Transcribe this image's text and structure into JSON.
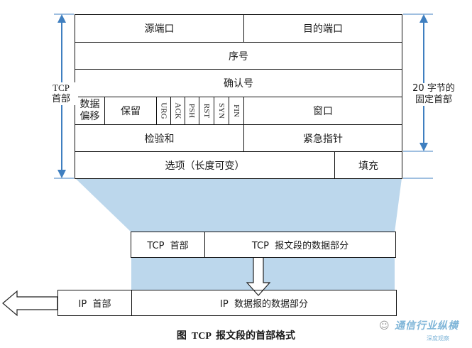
{
  "header": {
    "src_port": "源端口",
    "dst_port": "目的端口",
    "seq": "序号",
    "ack_num": "确认号",
    "data_offset_line1": "数据",
    "data_offset_line2": "偏移",
    "reserved": "保留",
    "flags": [
      "URG",
      "ACK",
      "PSH",
      "RST",
      "SYN",
      "FIN"
    ],
    "window": "窗口",
    "checksum": "检验和",
    "urgent_ptr": "紧急指针",
    "options": "选项（长度可变）",
    "padding": "填充"
  },
  "labels": {
    "tcp_header_line1": "TCP",
    "tcp_header_line2": "首部",
    "fixed_line1": "20 字节的",
    "fixed_line2": "固定首部"
  },
  "segment": {
    "tcp_header": "TCP  首部",
    "tcp_data": "TCP  报文段的数据部分"
  },
  "datagram": {
    "ip_header": "IP  首部",
    "ip_data": "IP  数据报的数据部分"
  },
  "caption": "图  TCP  报文段的首部格式",
  "watermark": {
    "text": "通信行业纵横",
    "sub": "深度观察"
  },
  "colors": {
    "highlight": "#bcd7ec",
    "border": "#111111",
    "arrow": "#3f7fc0"
  }
}
